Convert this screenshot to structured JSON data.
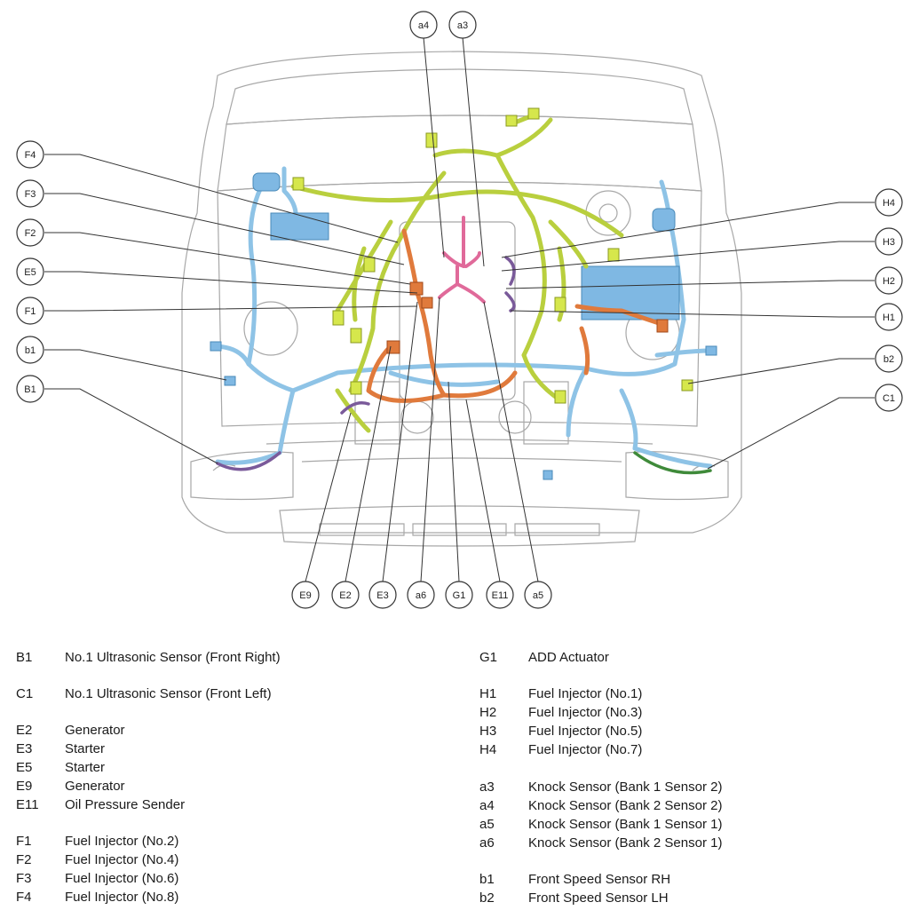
{
  "callouts": {
    "a4": "a4",
    "a3": "a3",
    "F4": "F4",
    "F3": "F3",
    "F2": "F2",
    "E5": "E5",
    "F1": "F1",
    "b1": "b1",
    "B1": "B1",
    "H4": "H4",
    "H3": "H3",
    "H2": "H2",
    "H1": "H1",
    "b2": "b2",
    "C1": "C1",
    "E9": "E9",
    "E2": "E2",
    "E3": "E3",
    "a6": "a6",
    "G1": "G1",
    "E11": "E11",
    "a5": "a5"
  },
  "legend_left": [
    {
      "code": "B1",
      "label": "No.1 Ultrasonic Sensor (Front Right)"
    },
    {
      "code": "C1",
      "label": "No.1 Ultrasonic Sensor (Front Left)"
    },
    {
      "code": "E2",
      "label": "Generator"
    },
    {
      "code": "E3",
      "label": "Starter"
    },
    {
      "code": "E5",
      "label": "Starter"
    },
    {
      "code": "E9",
      "label": "Generator"
    },
    {
      "code": "E11",
      "label": "Oil Pressure Sender"
    },
    {
      "code": "F1",
      "label": "Fuel Injector (No.2)"
    },
    {
      "code": "F2",
      "label": "Fuel Injector (No.4)"
    },
    {
      "code": "F3",
      "label": "Fuel Injector (No.6)"
    },
    {
      "code": "F4",
      "label": "Fuel Injector (No.8)"
    }
  ],
  "legend_right": [
    {
      "code": "G1",
      "label": "ADD Actuator"
    },
    {
      "code": "H1",
      "label": "Fuel Injector (No.1)"
    },
    {
      "code": "H2",
      "label": "Fuel Injector (No.3)"
    },
    {
      "code": "H3",
      "label": "Fuel Injector (No.5)"
    },
    {
      "code": "H4",
      "label": "Fuel Injector (No.7)"
    },
    {
      "code": "a3",
      "label": "Knock Sensor (Bank 1 Sensor 2)"
    },
    {
      "code": "a4",
      "label": "Knock Sensor (Bank 2 Sensor 2)"
    },
    {
      "code": "a5",
      "label": "Knock Sensor (Bank 1 Sensor 1)"
    },
    {
      "code": "a6",
      "label": "Knock Sensor (Bank 2 Sensor 1)"
    },
    {
      "code": "b1",
      "label": "Front Speed Sensor RH"
    },
    {
      "code": "b2",
      "label": "Front Speed Sensor LH"
    }
  ],
  "colors": {
    "harness_green": "#b9cf3e",
    "harness_blue": "#8ec3e6",
    "harness_orange": "#e07a3c",
    "harness_pink": "#e06a9a",
    "harness_purple": "#7a5a9a",
    "outline": "#9a9a9a"
  }
}
